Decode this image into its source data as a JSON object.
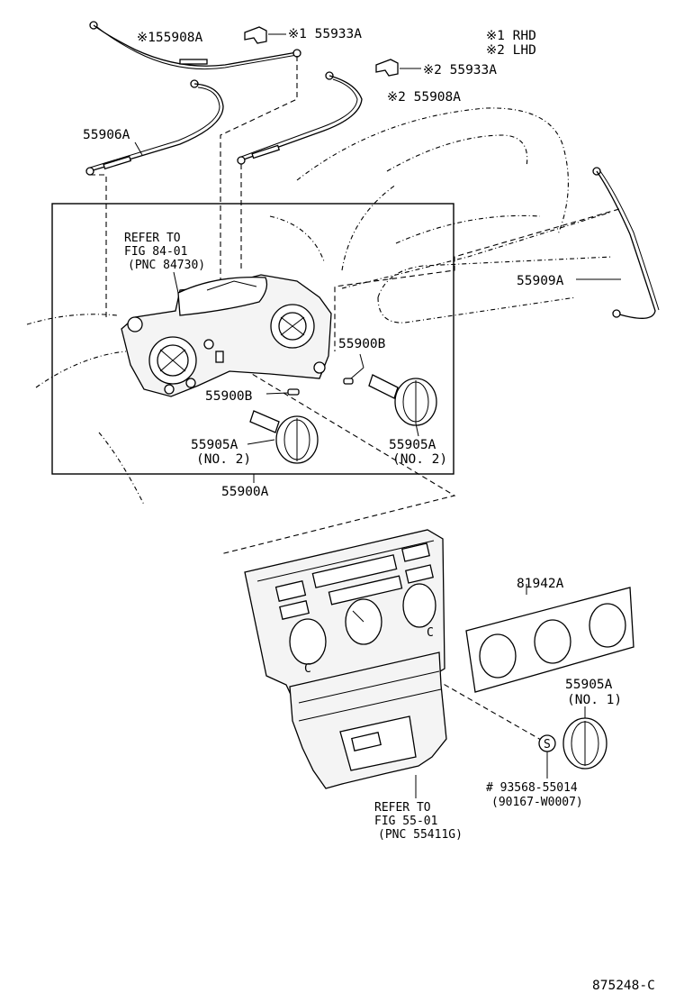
{
  "legend": {
    "rhd": "※1 RHD",
    "lhd": "※2 LHD"
  },
  "labels": {
    "cable_1_rhd": "※155908A",
    "clamp_1_rhd": "※1 55933A",
    "clamp_2_lhd": "※2 55933A",
    "cable_2_lhd": "※2 55908A",
    "cable_55906a": "55906A",
    "cable_55909a": "55909A",
    "refer_84_line1": "REFER TO",
    "refer_84_line2": "FIG 84-01",
    "refer_84_line3": "(PNC 84730)",
    "bulb_upper": "55900B",
    "bulb_lower": "55900B",
    "knob_left": "55905A",
    "knob_left_note": "(NO. 2)",
    "knob_right": "55905A",
    "knob_right_note": "(NO. 2)",
    "control_assy": "55900A",
    "panel_plate": "81942A",
    "knob_no1": "55905A",
    "knob_no1_note": "(NO. 1)",
    "screw_part": "# 93568-55014",
    "screw_alt": "(90167-W0007)",
    "refer_55_line1": "REFER TO",
    "refer_55_line2": "FIG 55-01",
    "refer_55_line3": "(PNC 55411G)",
    "panel_mark_left": "C",
    "panel_mark_right": "C",
    "screw_mark": "S",
    "diagram_id": "875248-C"
  }
}
